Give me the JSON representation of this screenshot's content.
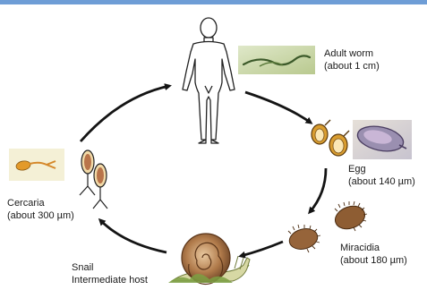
{
  "stages": {
    "adult_worm": {
      "name": "Adult worm",
      "size": "(about 1 cm)"
    },
    "egg": {
      "name": "Egg",
      "size": "(about 140 µm)"
    },
    "miracidia": {
      "name": "Miracidia",
      "size": "(about 180 µm)"
    },
    "snail": {
      "name": "Snail",
      "role": "Intermediate host"
    },
    "cercaria": {
      "name": "Cercaria",
      "size": "(about 300 µm)"
    }
  },
  "colors": {
    "arrow": "#141414",
    "header_bar": "#6e9dd6",
    "egg_shell": "#c9932b",
    "snail_shell": "#b07a4a"
  }
}
